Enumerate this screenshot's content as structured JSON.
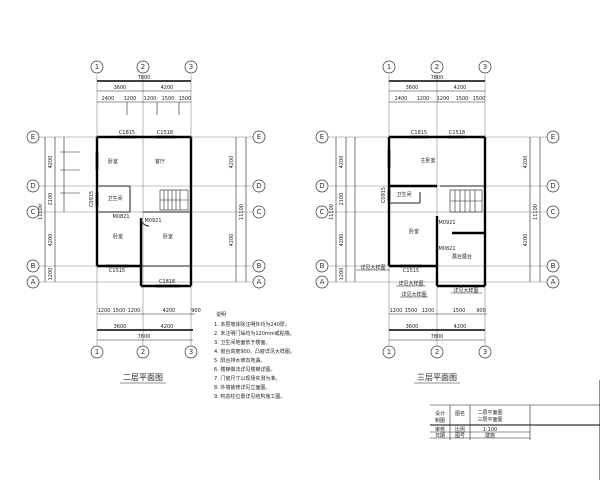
{
  "axes": {
    "cols": [
      "1",
      "2",
      "3"
    ],
    "rows": [
      "E",
      "D",
      "C",
      "B",
      "A"
    ]
  },
  "plans": [
    {
      "title": "二层平面图",
      "dims_top": {
        "total": "7800",
        "left": "3600",
        "right": "4200",
        "parts": [
          "2400",
          "1200",
          "1200",
          "1500",
          "1500"
        ]
      },
      "dims_bottom": {
        "total": "7800",
        "left": "3600",
        "right": "4200",
        "parts": [
          "1200",
          "1500",
          "1200",
          "4200",
          "900"
        ]
      },
      "dims_side": {
        "total": "11100",
        "parts": [
          "4200",
          "2100",
          "4200",
          "1200"
        ]
      },
      "rooms": [
        "卧室",
        "客厅",
        "卫生间",
        "卧室",
        "卧室"
      ],
      "windows": [
        "C1815",
        "C1518",
        "C0915",
        "C1515",
        "C1818"
      ],
      "doors": [
        "M0921",
        "M0821"
      ]
    },
    {
      "title": "三层平面图",
      "dims_top": {
        "total": "7800",
        "left": "3600",
        "right": "4200",
        "parts": [
          "2400",
          "1200",
          "1200",
          "1500",
          "1500"
        ]
      },
      "dims_bottom": {
        "total": "7800",
        "left": "3600",
        "right": "4200",
        "parts": [
          "1200",
          "1500",
          "1200",
          "1500",
          "900"
        ]
      },
      "dims_side": {
        "total": "11100",
        "parts": [
          "4200",
          "2100",
          "4200",
          "1200"
        ]
      },
      "rooms": [
        "主卧室",
        "卫生间",
        "卧室",
        "露台露台"
      ],
      "windows": [
        "C1815",
        "C1518",
        "C0915",
        "C1515"
      ],
      "doors": [
        "M0921",
        "M0821"
      ],
      "callouts": [
        "详见大样图",
        "详见大样图",
        "详见大样图",
        "详见大样图"
      ]
    }
  ],
  "notes": {
    "heading": "说明",
    "items": [
      "1. 本层墙体除注明外均为240厚。",
      "2. 未注明门垛均为120mm或贴墙。",
      "3. 卫生间地面低于楼面。",
      "4. 窗台高度900，凸窗详见大样图。",
      "5. 阳台排水坡向地漏。",
      "6. 楼梯做法详见楼梯详图。",
      "7. 门窗尺寸以现场实测为准。",
      "8. 外墙装修详见立面图。",
      "9. 构造柱位置详见结构施工图。"
    ]
  },
  "title_block": {
    "rows": [
      [
        "设计",
        "图名",
        "二层平面图"
      ],
      [
        "制图",
        "",
        "三层平面图"
      ],
      [
        "审核",
        "比例",
        "1:100"
      ],
      [
        "日期",
        "图号",
        "建施"
      ]
    ]
  }
}
